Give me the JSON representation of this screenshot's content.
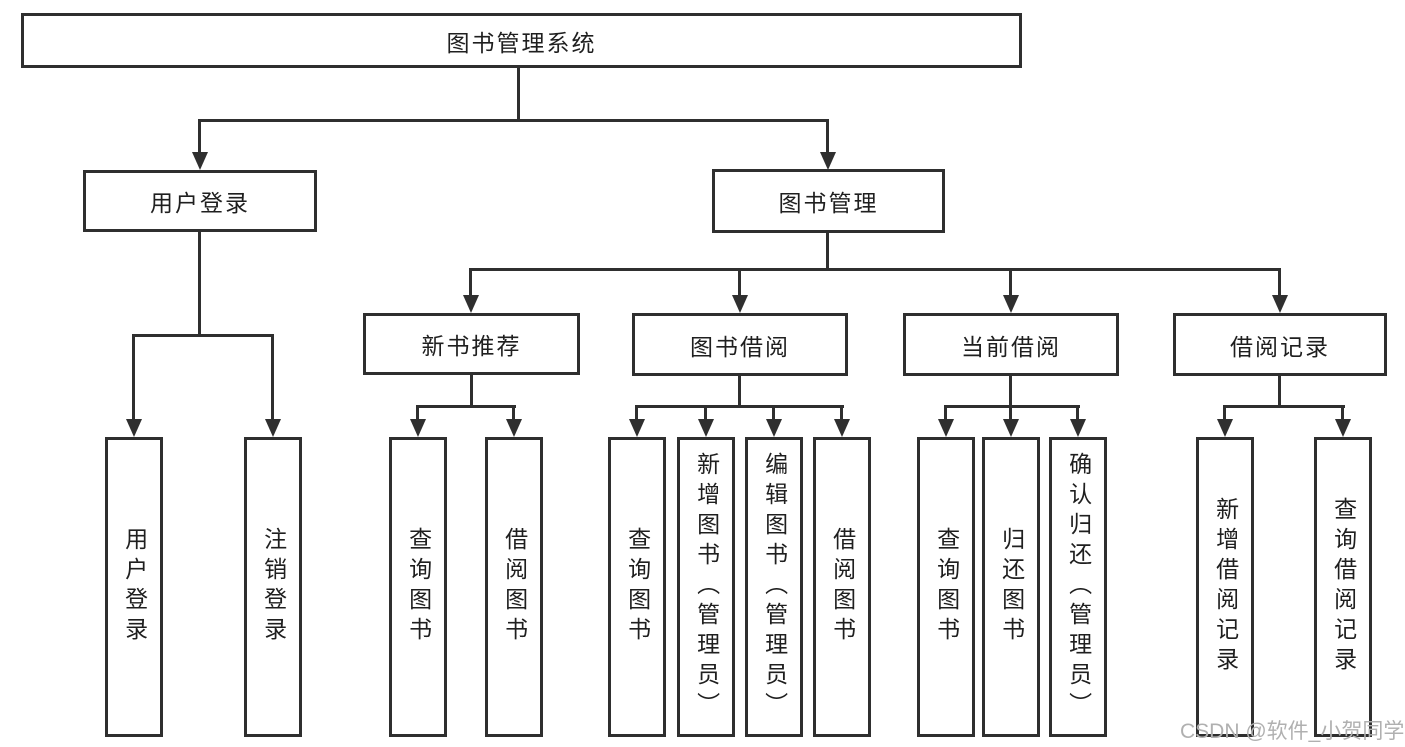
{
  "colors": {
    "line": "#2f2f2f",
    "text": "#1f1f1f",
    "bg": "#ffffff",
    "watermark": "#b0b0b0"
  },
  "watermark": "CSDN @软件_小贺同学",
  "nodes": {
    "root": "图书管理系统",
    "user_login": "用户登录",
    "book_mgmt": "图书管理",
    "new_book_rec": "新书推荐",
    "book_borrow": "图书借阅",
    "current_borrow": "当前借阅",
    "borrow_records": "借阅记录",
    "leaf_user_login": "用户登录",
    "leaf_logout": "注销登录",
    "leaf_query_book_1": "查询图书",
    "leaf_borrow_book_1": "借阅图书",
    "leaf_query_book_2": "查询图书",
    "leaf_add_book": "新增图书（管理员）",
    "leaf_edit_book": "编辑图书（管理员）",
    "leaf_borrow_book_2": "借阅图书",
    "leaf_query_book_3": "查询图书",
    "leaf_return_book": "归还图书",
    "leaf_confirm_return": "确认归还（管理员）",
    "leaf_add_record": "新增借阅记录",
    "leaf_query_record": "查询借阅记录"
  }
}
